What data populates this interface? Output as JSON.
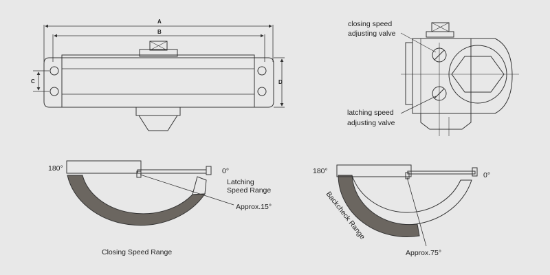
{
  "front_view": {
    "dim_a": "A",
    "dim_b": "B",
    "dim_c": "C",
    "dim_d": "D"
  },
  "side_view": {
    "closing_valve_line1": "closing speed",
    "closing_valve_line2": "adjusting valve",
    "latching_valve_line1": "latching speed",
    "latching_valve_line2": "adjusting valve"
  },
  "left_arc": {
    "angle_start": "180°",
    "angle_end": "0°",
    "latching_line1": "Latching",
    "latching_line2": "Speed Range",
    "approx": "Approx.15°",
    "caption": "Closing Speed Range"
  },
  "right_arc": {
    "angle_start": "180°",
    "angle_end": "0°",
    "backcheck": "Backcheck Range",
    "approx": "Approx.75°"
  },
  "colors": {
    "background": "#e8e8e8",
    "line": "#333333",
    "arc_fill": "#6b6660"
  }
}
